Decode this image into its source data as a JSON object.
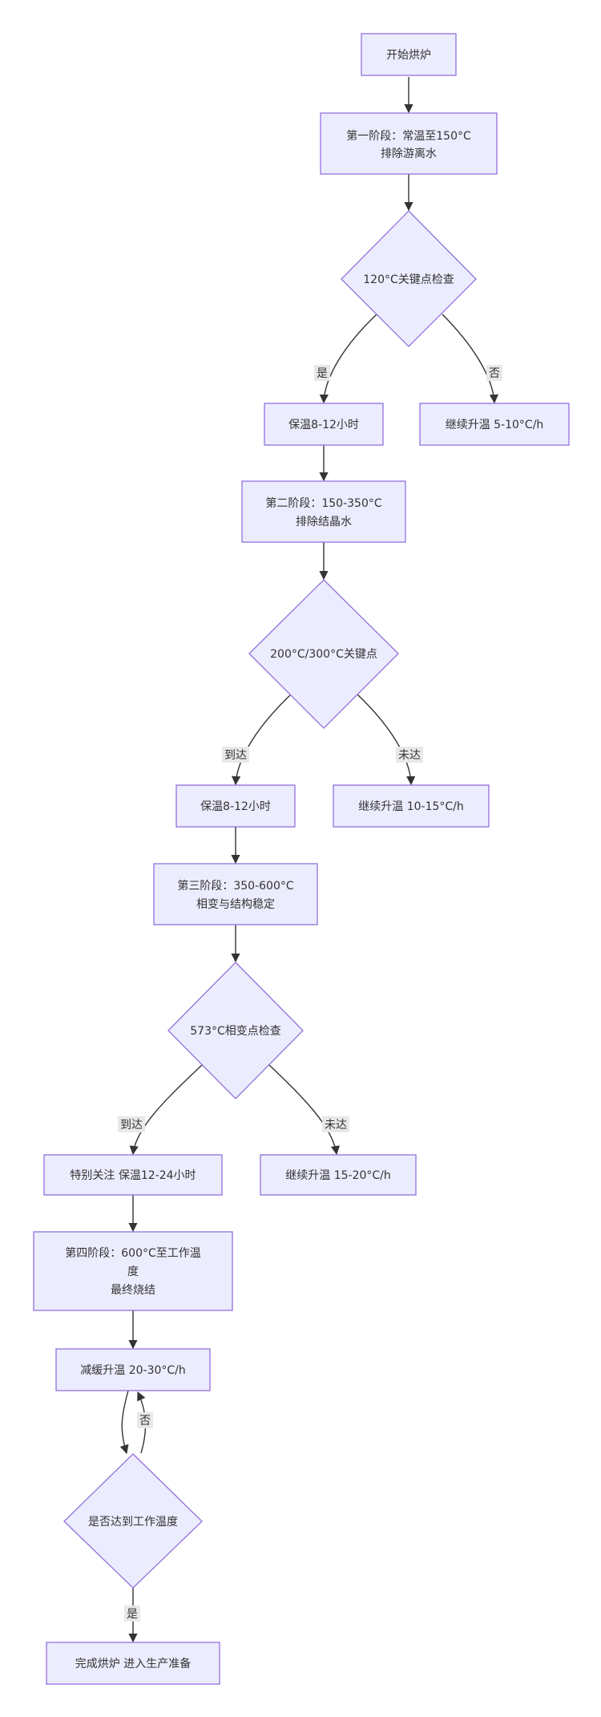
{
  "nodes": {
    "start": "开始烘炉",
    "stage1": [
      "第一阶段：常温至150°C",
      "排除游离水"
    ],
    "check1": "120°C关键点检查",
    "hold1": "保温8-12小时",
    "continue1": "继续升温 5-10°C/h",
    "stage2": [
      "第二阶段：150-350°C",
      "排除结晶水"
    ],
    "check2": "200°C/300°C关键点",
    "hold2": "保温8-12小时",
    "continue2": "继续升温 10-15°C/h",
    "stage3": [
      "第三阶段：350-600°C",
      "相变与结构稳定"
    ],
    "check3": "573°C相变点检查",
    "hold3": "特别关注 保温12-24小时",
    "continue3": "继续升温 15-20°C/h",
    "stage4": [
      "第四阶段：600°C至工作温",
      "度",
      "最终烧结"
    ],
    "slow": "减缓升温 20-30°C/h",
    "check4": "是否达到工作温度",
    "done": "完成烘炉 进入生产准备"
  },
  "edge_labels": {
    "check1_yes": "是",
    "check1_no": "否",
    "check2_yes": "到达",
    "check2_no": "未达",
    "check3_yes": "到达",
    "check3_no": "未达",
    "check4_no": "否",
    "check4_yes": "是"
  },
  "colors": {
    "node_fill": "#ececff",
    "node_stroke": "#9370db",
    "edge": "#333333",
    "label_bg": "#e8e8e8",
    "text": "#333333"
  }
}
